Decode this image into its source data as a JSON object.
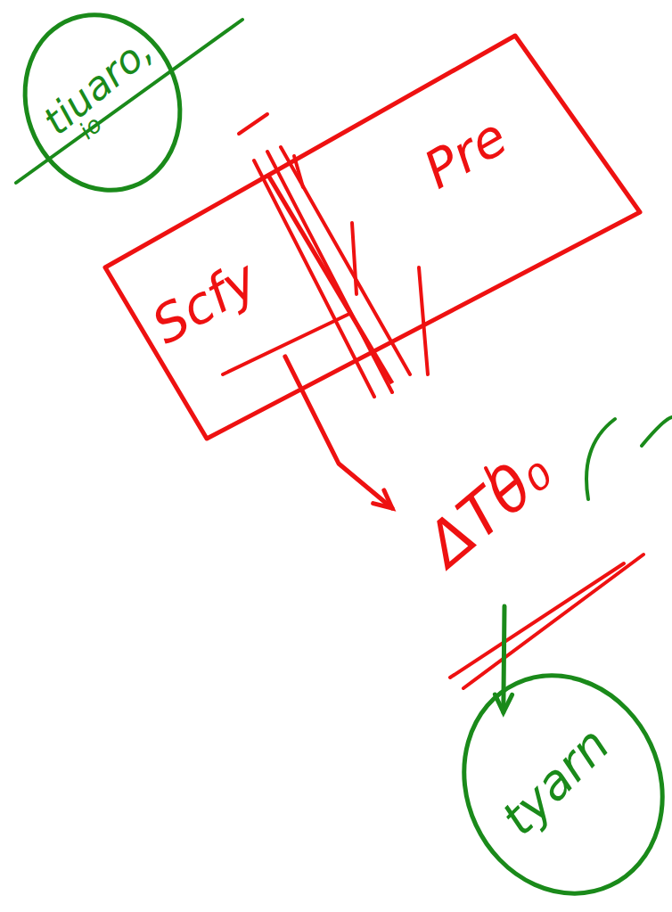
{
  "diagram": {
    "nodes": [
      {
        "text": [
          "tiuaro,",
          "io"
        ]
      },
      {
        "text": [
          "Pre"
        ]
      },
      {
        "text": [
          "Scfy"
        ],
        "in": 1
      },
      {
        "text": [
          "ΔTθ₀"
        ]
      },
      {
        "text": [
          "tyarn"
        ]
      }
    ],
    "edges": [
      {
        "from": 2,
        "to": 3,
        "arrow": "to"
      },
      {
        "from": 3,
        "to": 4,
        "arrow": "to"
      }
    ]
  }
}
